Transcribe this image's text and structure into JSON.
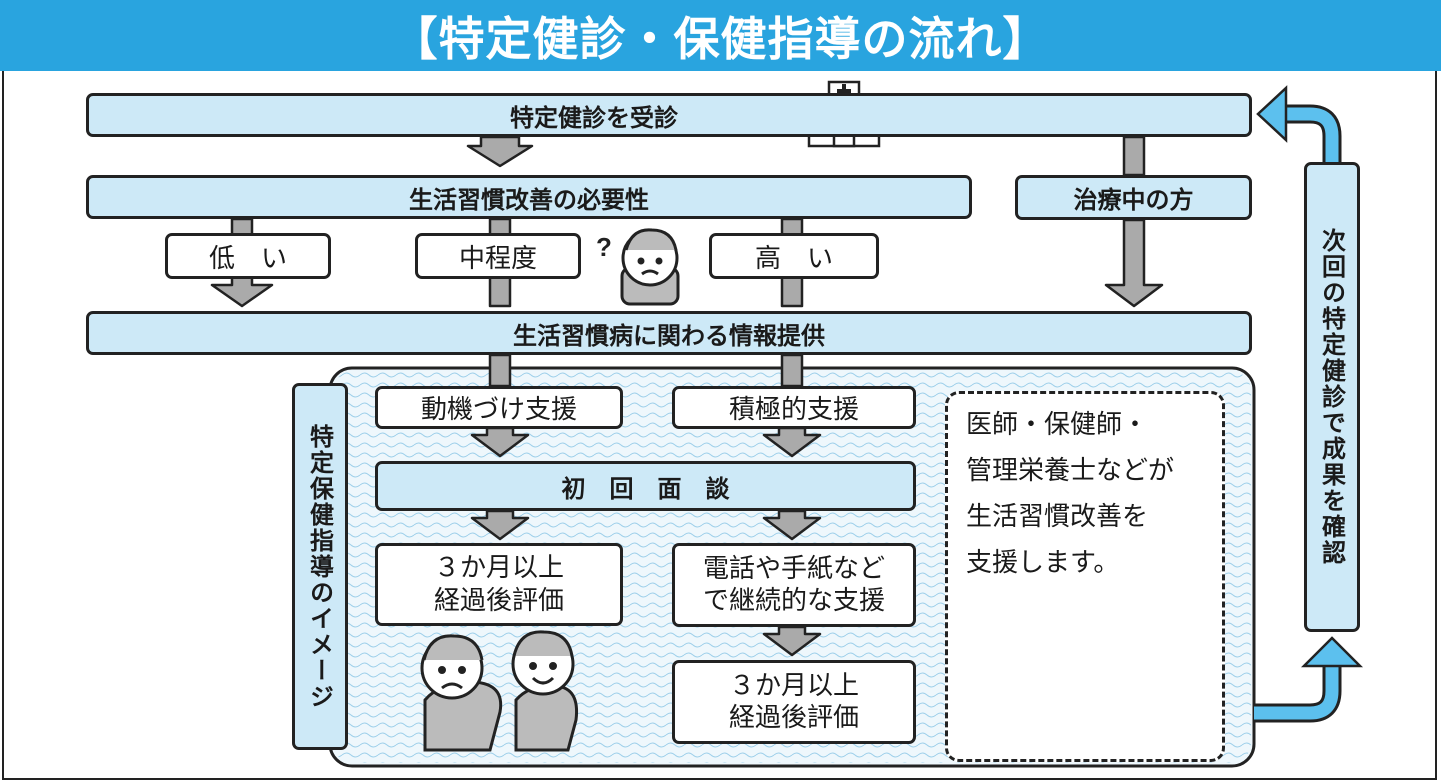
{
  "title": "【特定健診・保健指導の流れ】",
  "nodes": {
    "checkup": "特定健診を受診",
    "necessity": "生活習慣改善の必要性",
    "treatment": "治療中の方",
    "low": "低　い",
    "medium": "中程度",
    "high": "高　い",
    "info": "生活習慣病に関わる情報提供",
    "motivation": "動機づけ支援",
    "active": "積極的支援",
    "interview": "初　回　面　談",
    "eval_left_1": "３か月以上",
    "eval_left_2": "経過後評価",
    "continuous_1": "電話や手紙など",
    "continuous_2": "で継続的な支援",
    "eval_right_1": "３か月以上",
    "eval_right_2": "経過後評価"
  },
  "side_label": "特定保健指導のイメージ",
  "loop_label": "次回の特定健診で成果を確認",
  "note_lines": [
    "医師・保健師・",
    "管理栄養士などが",
    "生活習慣改善を",
    "支援します。"
  ],
  "colors": {
    "header": "#29a4df",
    "box_fill": "#cde9f7",
    "arrow_gray": "#aaaaaa",
    "loop_arrow": "#29a4df"
  }
}
